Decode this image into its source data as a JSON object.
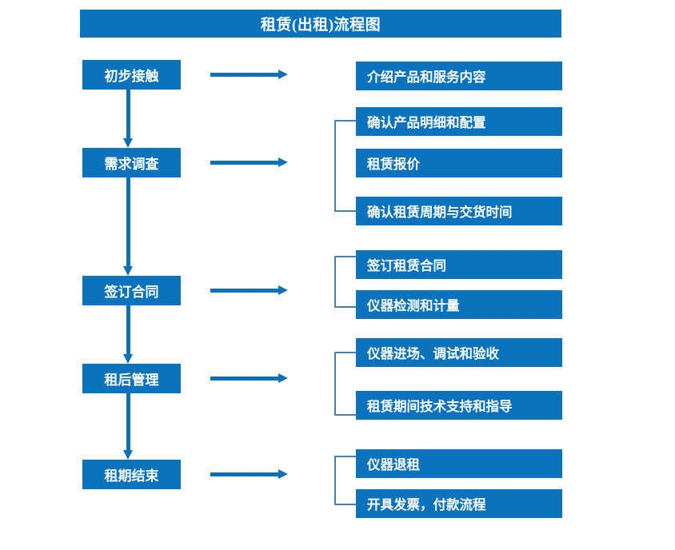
{
  "title": "租赁(出租)流程图",
  "colors": {
    "box_fill": "#0b72bd",
    "box_text": "#ffffff",
    "arrow": "#0f6fb5",
    "bracket": "#4a7fb5",
    "background": "#ffffff"
  },
  "stages": [
    {
      "label": "初步接触"
    },
    {
      "label": "需求调查"
    },
    {
      "label": "签订合同"
    },
    {
      "label": "租后管理"
    },
    {
      "label": "租期结束"
    }
  ],
  "details": {
    "group1": [
      {
        "label": "介绍产品和服务内容"
      }
    ],
    "group2": [
      {
        "label": "确认产品明细和配置"
      },
      {
        "label": "租赁报价"
      },
      {
        "label": "确认租赁周期与交货时间"
      }
    ],
    "group3": [
      {
        "label": "签订租赁合同"
      },
      {
        "label": "仪器检测和计量"
      }
    ],
    "group4": [
      {
        "label": "仪器进场、调试和验收"
      },
      {
        "label": "租赁期间技术支持和指导"
      }
    ],
    "group5": [
      {
        "label": "仪器退租"
      },
      {
        "label": "开具发票，付款流程"
      }
    ]
  }
}
